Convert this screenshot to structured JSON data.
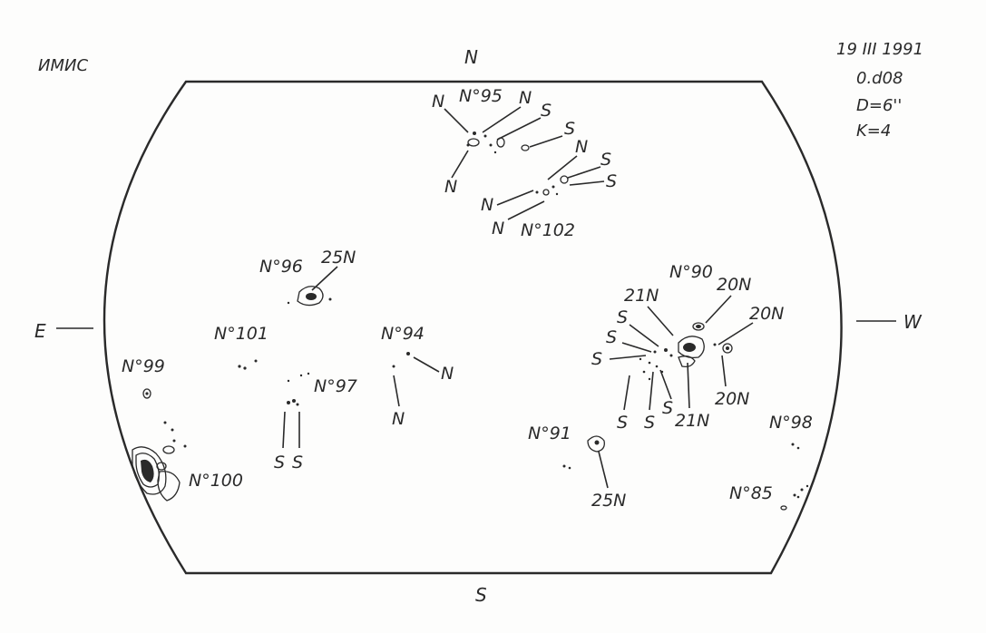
{
  "header": {
    "observatory": "ИМИС",
    "date": "19 III 1991",
    "time": "0.d08",
    "diameter": "D=6''",
    "k_value": "K=4"
  },
  "directions": {
    "north": "N",
    "south": "S",
    "east": "E",
    "west": "W"
  },
  "groups": {
    "g95": {
      "name": "N°95",
      "polarities": [
        "N",
        "N",
        "S",
        "S",
        "N"
      ]
    },
    "g102": {
      "name": "N°102",
      "polarities": [
        "N",
        "S",
        "S",
        "N",
        "N"
      ]
    },
    "g96": {
      "name": "N°96",
      "field": "25N"
    },
    "g101": {
      "name": "N°101"
    },
    "g94": {
      "name": "N°94",
      "polarities": [
        "N",
        "N"
      ]
    },
    "g99": {
      "name": "N°99"
    },
    "g97": {
      "name": "N°97",
      "polarities": [
        "S",
        "S"
      ]
    },
    "g100": {
      "name": "N°100"
    },
    "g90": {
      "name": "N°90",
      "fields": [
        "21N",
        "20N",
        "20N",
        "20N",
        "21N"
      ],
      "polarities": [
        "S",
        "S",
        "S",
        "S",
        "S",
        "S"
      ]
    },
    "g91": {
      "name": "N°91",
      "field": "25N"
    },
    "g98": {
      "name": "N°98"
    },
    "g85": {
      "name": "N°85"
    }
  }
}
